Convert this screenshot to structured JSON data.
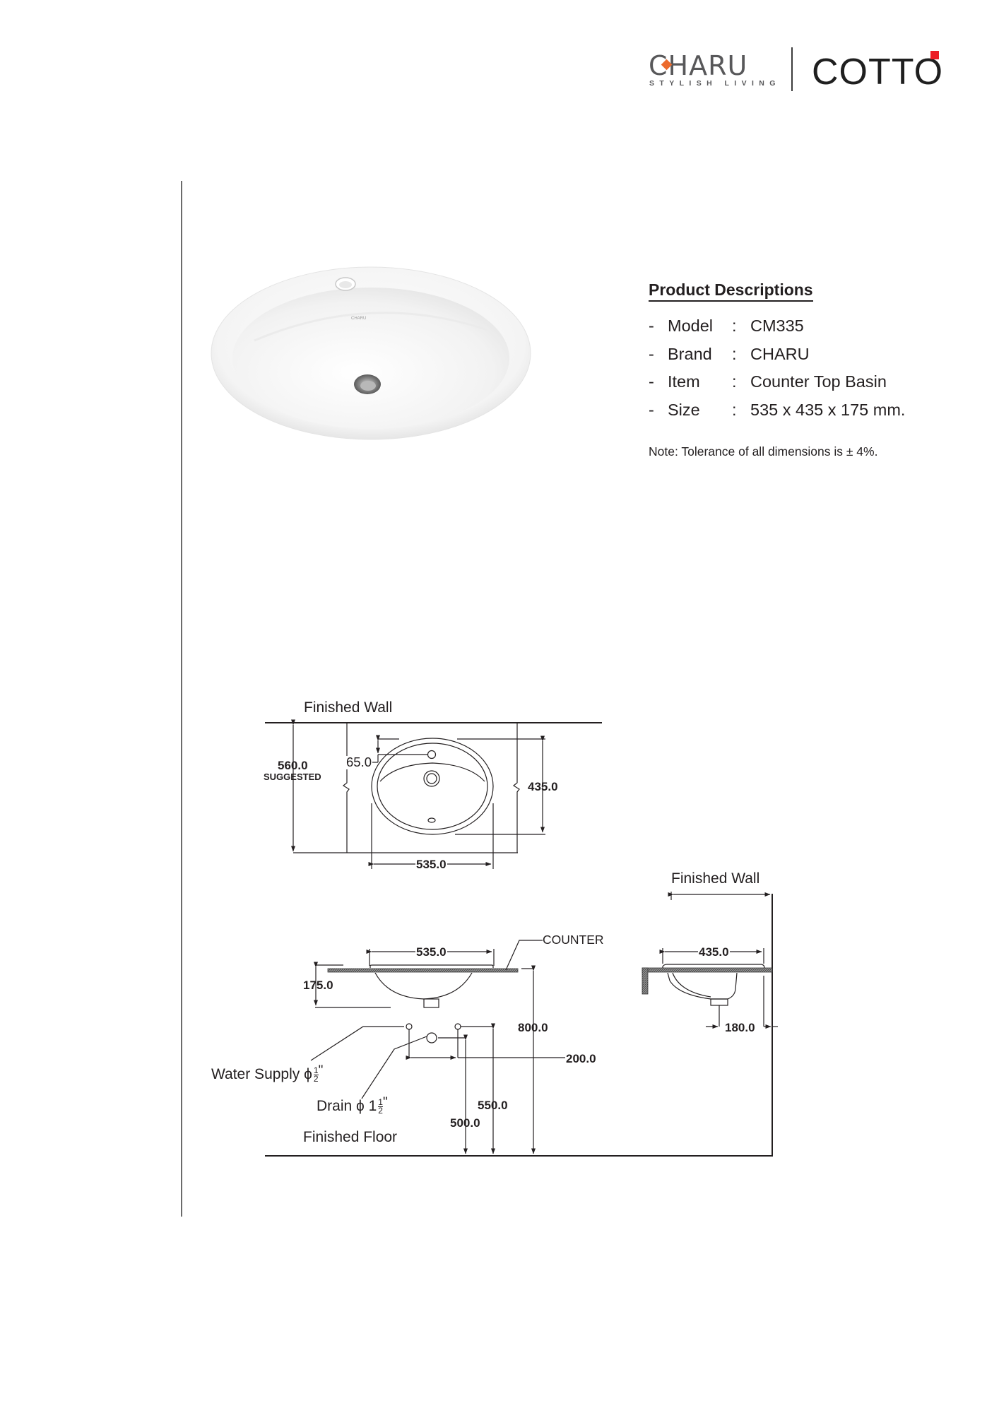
{
  "header": {
    "brand_logo_text": "CHARU",
    "brand_tagline": "STYLISH LIVING",
    "partner_logo_text": "COTTO",
    "colors": {
      "charu_gray": "#58585a",
      "charu_diamond": "#ec6a2c",
      "cotto_red": "#ec1c24"
    }
  },
  "product": {
    "title": "Product Descriptions",
    "specs": [
      {
        "dash": "-",
        "label": "Model",
        "sep": ":",
        "value": "CM335"
      },
      {
        "dash": "-",
        "label": "Brand",
        "sep": ":",
        "value": "CHARU"
      },
      {
        "dash": "-",
        "label": "Item",
        "sep": ":",
        "value": "Counter Top Basin"
      },
      {
        "dash": "-",
        "label": "Size",
        "sep": ":",
        "value": "535 x 435 x 175 mm."
      }
    ],
    "note": "Note: Tolerance of all dimensions is ± 4%.",
    "photo_logo_text": "CHARU"
  },
  "drawing": {
    "plan_view": {
      "wall_label": "Finished Wall",
      "dim_wall_to_edge": "560.0",
      "dim_wall_to_edge_note": "SUGGESTED",
      "dim_faucet_offset": "65.0",
      "dim_depth": "435.0",
      "dim_width": "535.0"
    },
    "front_elevation": {
      "dim_width": "535.0",
      "counter_label": "COUNTER",
      "dim_height": "175.0",
      "dim_counter_height": "800.0",
      "dim_supply_spacing": "200.0",
      "dim_supply_height": "550.0",
      "dim_drain_height": "500.0",
      "water_supply_label": "Water Supply ϕ",
      "water_supply_frac_num": "1",
      "water_supply_frac_den": "2",
      "drain_label": "Drain ϕ 1",
      "drain_frac_num": "1",
      "drain_frac_den": "2",
      "inch_mark": "\"",
      "floor_label": "Finished Floor"
    },
    "side_elevation": {
      "wall_label": "Finished Wall",
      "dim_depth": "435.0",
      "dim_drain_offset": "180.0"
    }
  }
}
